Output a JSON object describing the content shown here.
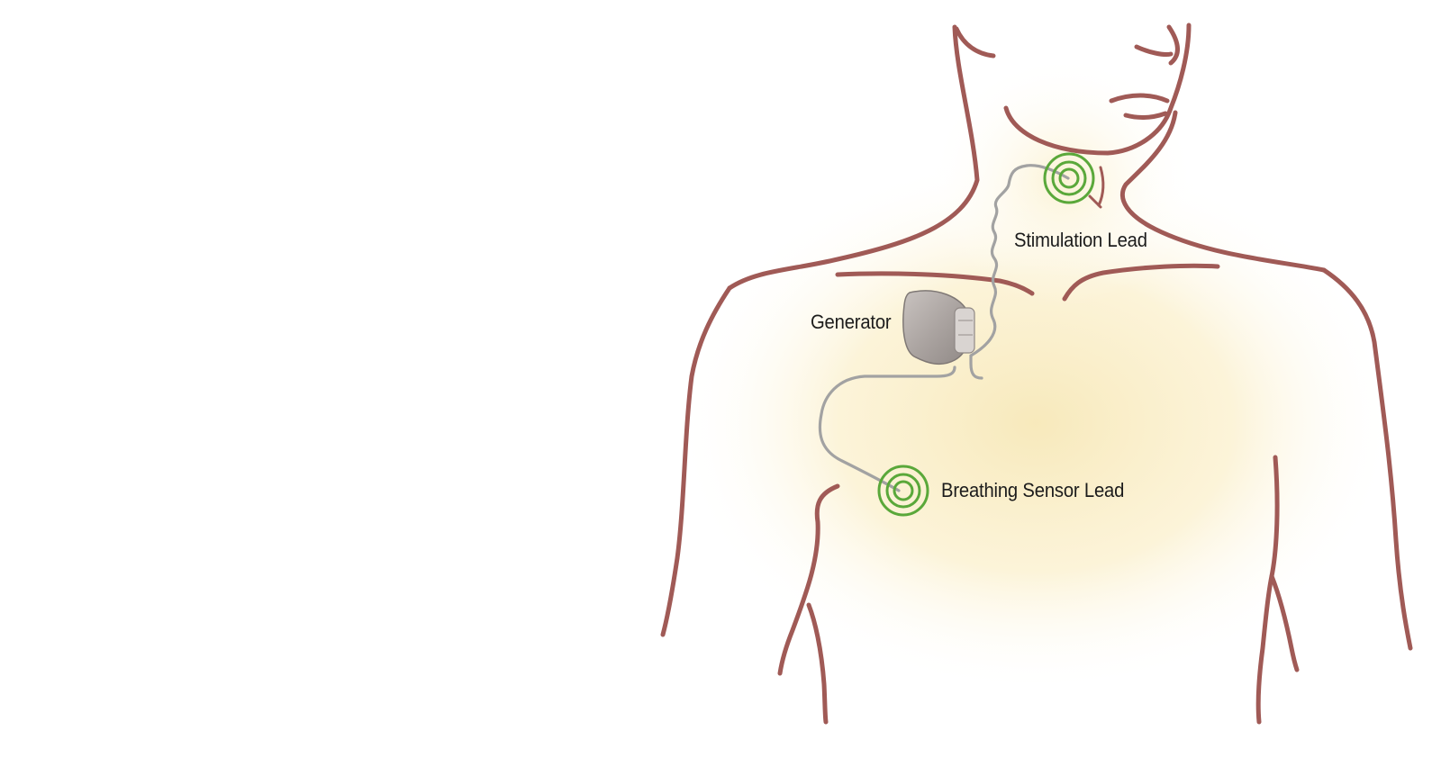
{
  "diagram": {
    "labels": {
      "stimulation_lead": "Stimulation Lead",
      "generator": "Generator",
      "breathing_sensor_lead": "Breathing Sensor Lead"
    },
    "colors": {
      "body_outline": "#a05a56",
      "skin_glow": "#fbf0cc",
      "sensor_rings": "#5aa83a",
      "lead_wire": "#9a9a9a",
      "generator_body": "#a9a29f",
      "label_text": "#1c1c1c"
    }
  }
}
